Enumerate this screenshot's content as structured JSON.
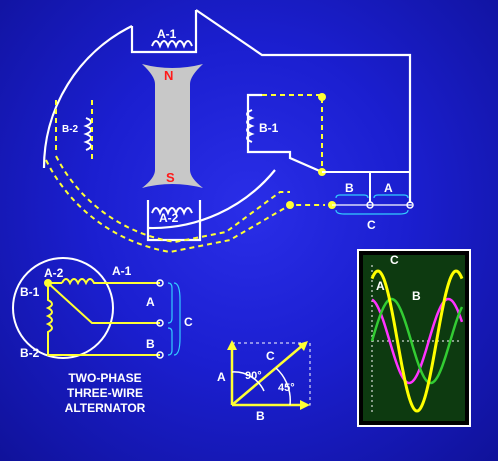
{
  "generator": {
    "pole_north": "N",
    "pole_south": "S",
    "coil_a1": "A-1",
    "coil_a2": "A-2",
    "coil_b1": "B-1",
    "coil_b2": "B-2",
    "terminal_a": "A",
    "terminal_b": "B",
    "terminal_c": "C"
  },
  "schematic": {
    "node_a2": "A-2",
    "node_a1": "A-1",
    "node_b1": "B-1",
    "node_b2": "B-2",
    "output_a": "A",
    "output_b": "B",
    "output_c": "C",
    "caption_line1": "TWO-PHASE",
    "caption_line2": "THREE-WIRE",
    "caption_line3": "ALTERNATOR"
  },
  "vector": {
    "label_a": "A",
    "label_b": "B",
    "label_c": "C",
    "angle_90": "90°",
    "angle_45": "45°"
  },
  "waveform": {
    "label_c": "C",
    "label_a": "A",
    "label_b": "B",
    "colors": {
      "A": "#ff33ff",
      "B": "#33cc33",
      "C": "#ffff00"
    }
  },
  "colors": {
    "wire": "#ffffff",
    "dashed": "#ffff33",
    "pole": "#c8c8c8",
    "pole_label": "#ff1a1a"
  }
}
